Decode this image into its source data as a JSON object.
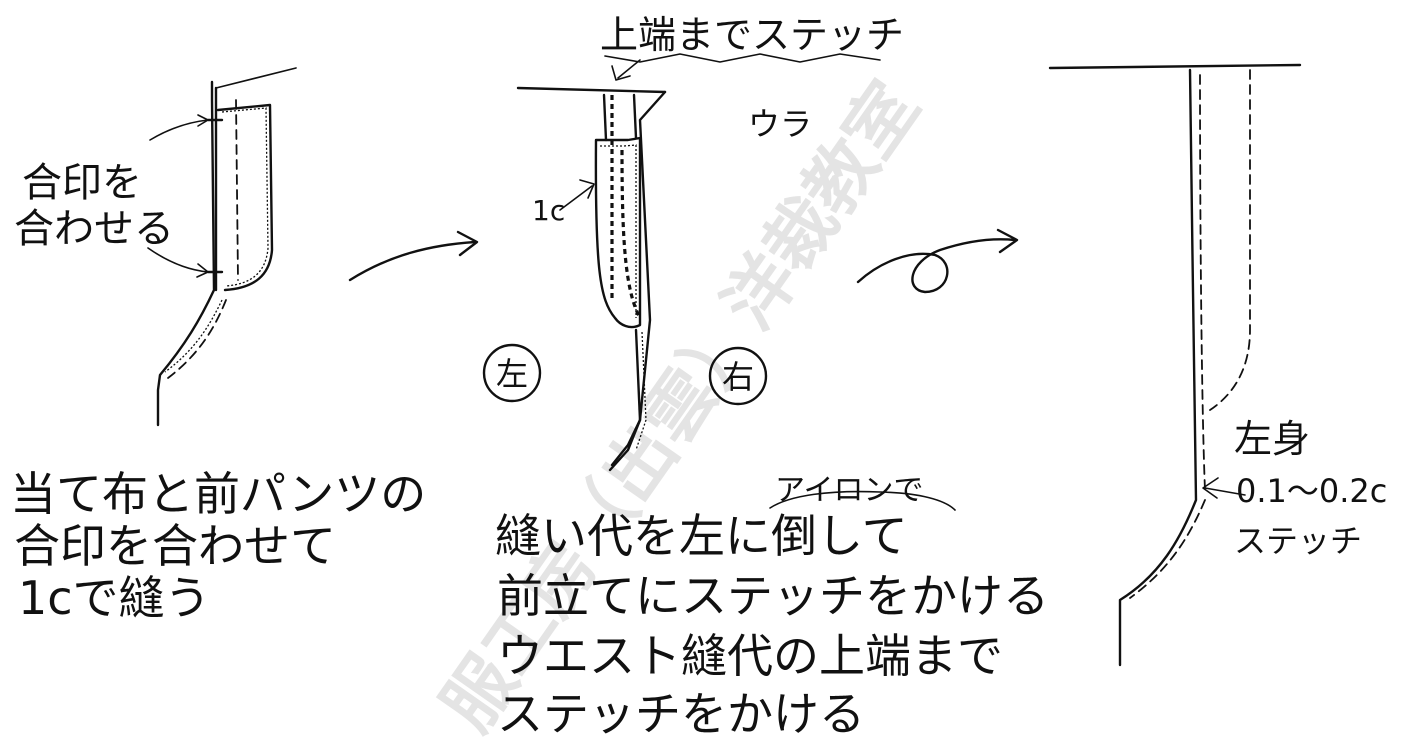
{
  "watermark": "服工房（出雲）洋裁教室",
  "step1": {
    "callout": [
      "合印を",
      "合わせる"
    ],
    "caption": [
      "当て布と前パンツの",
      "合印を合わせて",
      "1cで縫う"
    ]
  },
  "step2": {
    "top_note": "上端までステッチ",
    "back_label": "ウラ",
    "seam_label": "1c",
    "left_label": "左",
    "right_label": "右",
    "iron_note": "アイロンで",
    "caption": [
      "縫い代を左に倒して",
      "前立てにステッチをかける",
      "ウエスト縫代の上端まで",
      "ステッチをかける"
    ]
  },
  "step3": {
    "body_label": "左身",
    "stitch_width": "0.1〜0.2c",
    "stitch_label": "ステッチ"
  }
}
